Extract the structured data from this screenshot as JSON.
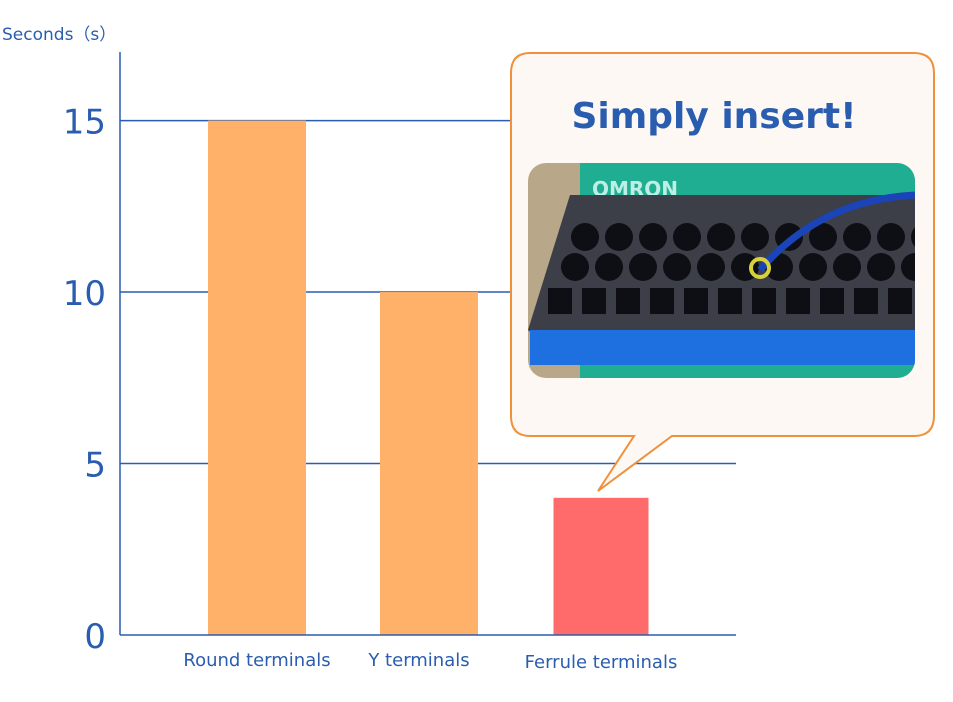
{
  "chart_data": {
    "type": "bar",
    "ylabel": "Seconds（s）",
    "categories": [
      "Round terminals",
      "Y terminals",
      "Ferrule terminals"
    ],
    "values": [
      15,
      10,
      4
    ],
    "bar_colors": [
      "#ffb16a",
      "#ffb16a",
      "#ff6b6b"
    ],
    "ylim": [
      0,
      17
    ],
    "yticks": [
      0,
      5,
      10,
      15
    ],
    "grid": true,
    "axis_color": "#2a5db0",
    "annotation": {
      "text": "Simply insert!",
      "target": "Ferrule terminals",
      "border_color": "#f0903a",
      "background": "#fdf8f4",
      "photo_logo": "OMRON"
    }
  }
}
